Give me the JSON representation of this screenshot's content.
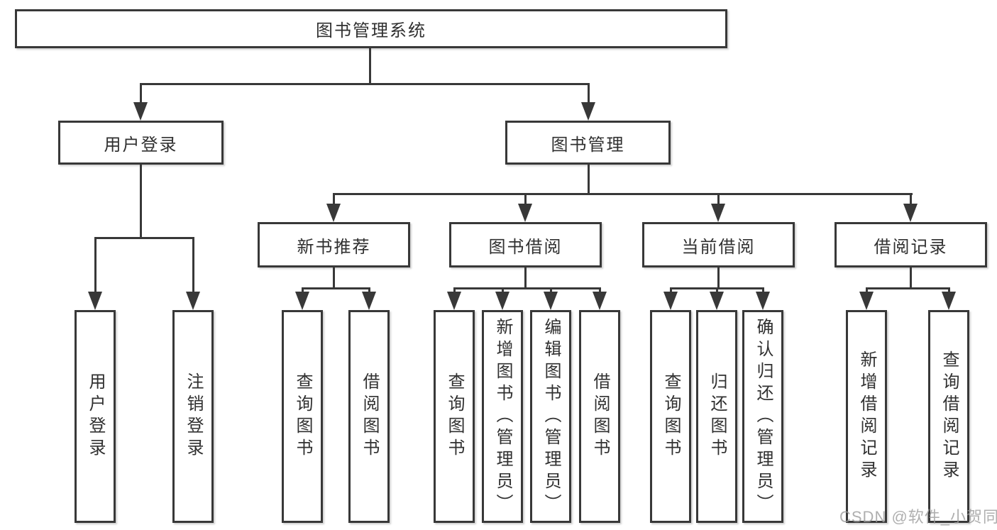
{
  "watermark": "CSDN @软件_小贺同学",
  "colors": {
    "line": "#383838",
    "text": "#303030",
    "background": "#ffffff",
    "watermark": "#9b9b9b"
  },
  "diagram": {
    "type": "hierarchy-tree",
    "root": {
      "label": "图书管理系统"
    },
    "branches": [
      {
        "label": "用户登录",
        "children": [
          {
            "label": "用户登录"
          },
          {
            "label": "注销登录"
          }
        ]
      },
      {
        "label": "图书管理",
        "children": [
          {
            "label": "新书推荐",
            "children": [
              {
                "label": "查询图书"
              },
              {
                "label": "借阅图书"
              }
            ]
          },
          {
            "label": "图书借阅",
            "children": [
              {
                "label": "查询图书"
              },
              {
                "label": "新增图书（管理员）"
              },
              {
                "label": "编辑图书（管理员）"
              },
              {
                "label": "借阅图书"
              }
            ]
          },
          {
            "label": "当前借阅",
            "children": [
              {
                "label": "查询图书"
              },
              {
                "label": "归还图书"
              },
              {
                "label": "确认归还（管理员）"
              }
            ]
          },
          {
            "label": "借阅记录",
            "children": [
              {
                "label": "新增借阅记录"
              },
              {
                "label": "查询借阅记录"
              }
            ]
          }
        ]
      }
    ]
  }
}
